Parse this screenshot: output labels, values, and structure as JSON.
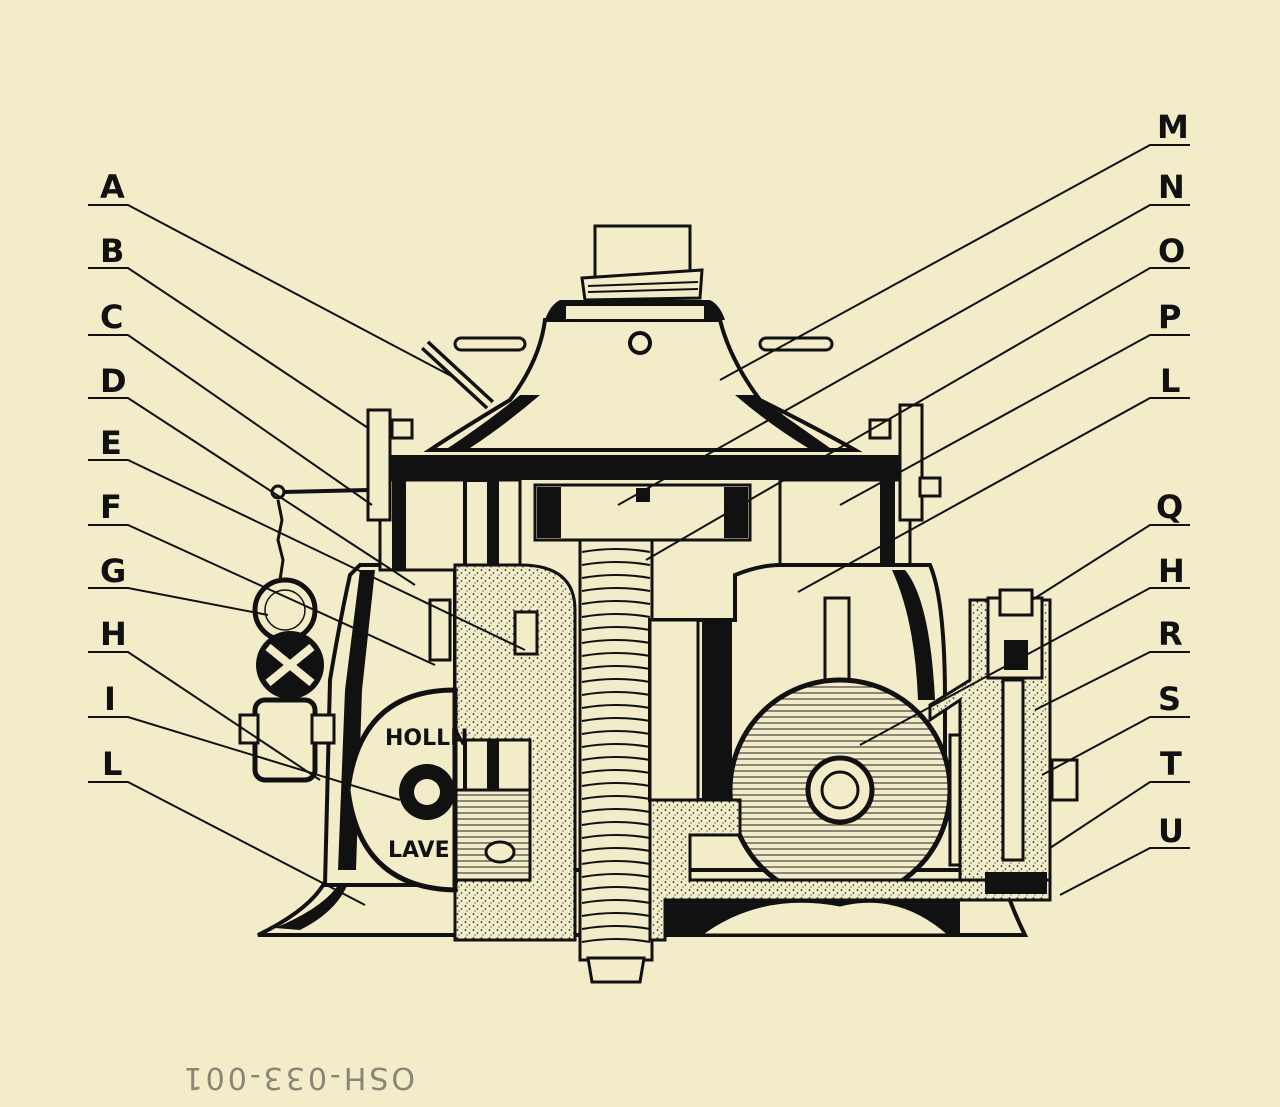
{
  "labels": [
    {
      "id": "A",
      "text": "A"
    },
    {
      "id": "B",
      "text": "B"
    },
    {
      "id": "C",
      "text": "C"
    },
    {
      "id": "D",
      "text": "D"
    },
    {
      "id": "E",
      "text": "E"
    },
    {
      "id": "F",
      "text": "F"
    },
    {
      "id": "G",
      "text": "G"
    },
    {
      "id": "H-left",
      "text": "H"
    },
    {
      "id": "I",
      "text": "I"
    },
    {
      "id": "L-left",
      "text": "L"
    },
    {
      "id": "M",
      "text": "M"
    },
    {
      "id": "N",
      "text": "N"
    },
    {
      "id": "O",
      "text": "O"
    },
    {
      "id": "P",
      "text": "P"
    },
    {
      "id": "L-right",
      "text": "L"
    },
    {
      "id": "Q",
      "text": "Q"
    },
    {
      "id": "H-right",
      "text": "H"
    },
    {
      "id": "R",
      "text": "R"
    },
    {
      "id": "S",
      "text": "S"
    },
    {
      "id": "T",
      "text": "T"
    },
    {
      "id": "U",
      "text": "U"
    }
  ],
  "plate_brand_top": "HOLLN",
  "plate_brand_bottom": "LAVE",
  "catalog_stamp": "OSH-033-001",
  "colors": {
    "paper": "#f3ecc9",
    "ink": "#111111",
    "stamp": "#8a8577"
  }
}
